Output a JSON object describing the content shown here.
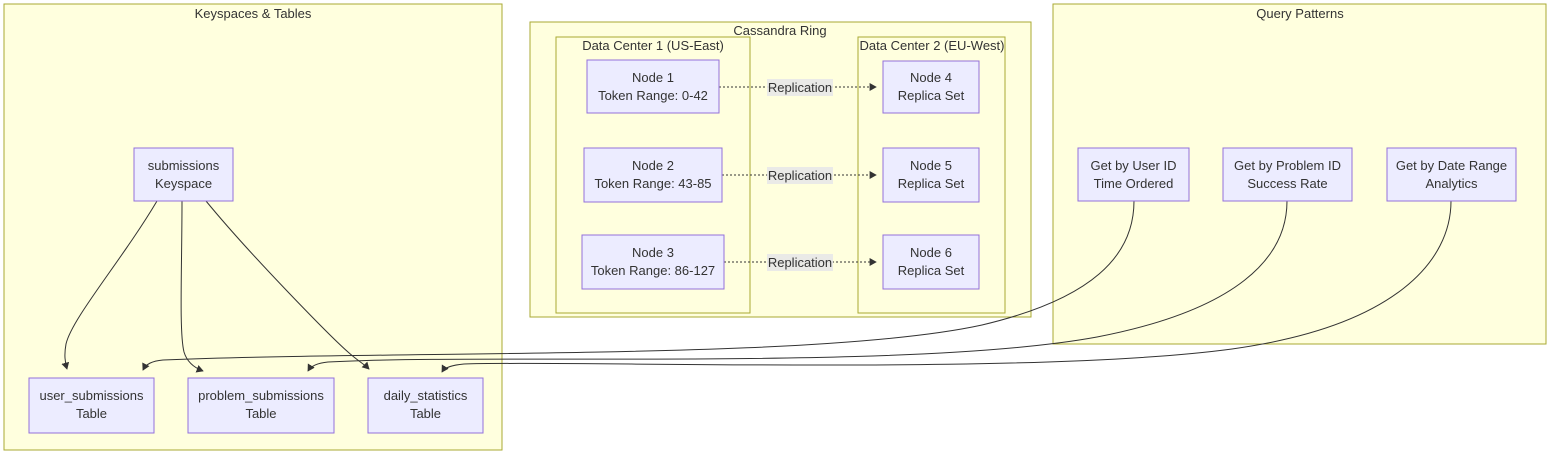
{
  "containers": {
    "keyspaces": {
      "title": "Keyspaces & Tables"
    },
    "ring": {
      "title": "Cassandra Ring"
    },
    "dc1": {
      "title": "Data Center 1 (US-East)"
    },
    "dc2": {
      "title": "Data Center 2 (EU-West)"
    },
    "queries": {
      "title": "Query Patterns"
    }
  },
  "nodes": {
    "keyspace": {
      "line1": "submissions",
      "line2": "Keyspace"
    },
    "user_table": {
      "line1": "user_submissions",
      "line2": "Table"
    },
    "problem_table": {
      "line1": "problem_submissions",
      "line2": "Table"
    },
    "daily_table": {
      "line1": "daily_statistics",
      "line2": "Table"
    },
    "node1": {
      "line1": "Node 1",
      "line2": "Token Range: 0-42"
    },
    "node2": {
      "line1": "Node 2",
      "line2": "Token Range: 43-85"
    },
    "node3": {
      "line1": "Node 3",
      "line2": "Token Range: 86-127"
    },
    "node4": {
      "line1": "Node 4",
      "line2": "Replica Set"
    },
    "node5": {
      "line1": "Node 5",
      "line2": "Replica Set"
    },
    "node6": {
      "line1": "Node 6",
      "line2": "Replica Set"
    },
    "q_user": {
      "line1": "Get by User ID",
      "line2": "Time Ordered"
    },
    "q_problem": {
      "line1": "Get by Problem ID",
      "line2": "Success Rate"
    },
    "q_date": {
      "line1": "Get by Date Range",
      "line2": "Analytics"
    }
  },
  "edge_labels": {
    "replication": "Replication"
  },
  "colors": {
    "node_fill": "#ECECFF",
    "node_border": "#9370DB",
    "container_fill": "#ffffde",
    "container_border": "#aaaa33",
    "edge": "#333333",
    "edge_label_bg": "#e8e8e8",
    "text": "#333333",
    "canvas": "#ffffff"
  }
}
